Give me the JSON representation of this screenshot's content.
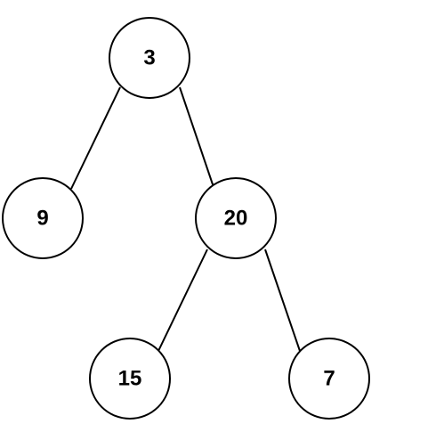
{
  "tree": {
    "nodes": [
      {
        "id": "n3",
        "label": "3"
      },
      {
        "id": "n9",
        "label": "9"
      },
      {
        "id": "n20",
        "label": "20"
      },
      {
        "id": "n15",
        "label": "15"
      },
      {
        "id": "n7",
        "label": "7"
      }
    ],
    "edges": [
      {
        "from": "n3",
        "to": "n9"
      },
      {
        "from": "n3",
        "to": "n20"
      },
      {
        "from": "n20",
        "to": "n15"
      },
      {
        "from": "n20",
        "to": "n7"
      }
    ]
  }
}
